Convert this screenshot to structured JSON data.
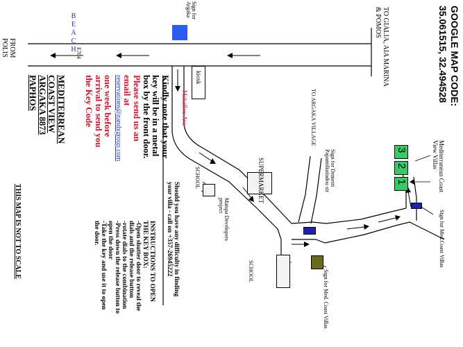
{
  "map_code": {
    "label": "GOOGLE MAP CODE:",
    "coords": "35.061515, 32.494528"
  },
  "roads": {
    "to_north": "TO GIALIA, AIA MARINA & POMOS",
    "from_south": "FROM POLIS",
    "road_number": "E704",
    "beach": [
      "B",
      "E",
      "A",
      "C",
      "H"
    ],
    "to_argaka_village": "TO ARGAKA VILLAGE",
    "makaflou_ave": "Makaflou Ave"
  },
  "signs": {
    "argaka": "Sign for Argaka",
    "demetri": "Sign for Demetri Papamiliatiadou str",
    "med_coast_1": "Sign for Med. Coast Villas",
    "med_coast_2": "Sign for Med.Coast Villas"
  },
  "places": {
    "kiosk": "kiosk",
    "supermarket": "SUPERMARKET",
    "school_1": "SCHOOL",
    "school_2": "SCHOOL",
    "developers": "Maispa Developers project",
    "villas_title": "Mediterranean Coast View Villas",
    "villa_numbers": [
      "3",
      "2",
      "1"
    ]
  },
  "note": {
    "line1": "Kindly note that your",
    "line2": "key will be in a metal",
    "line3": "box by the front door.",
    "line4": "Please send us an",
    "line5": "email at",
    "email": "reservations@zandxgroup.com",
    "line6": "one week before",
    "line7": "arrival to send you",
    "line8": "the Key Code"
  },
  "address": {
    "line1": "MEDITERREAN",
    "line2": "COAST VIEW",
    "line3": "ARGAKA 8873",
    "line4": "PAPHOS"
  },
  "difficulty": {
    "line1": "Should you have any difficulty  in finding",
    "line2": "your villa - call on +357-26945222"
  },
  "instructions": {
    "title1": "INSTRUCTIONS TO OPEN",
    "title2": "THE KEY BOX:",
    "steps": [
      "-Open shutter door to reveal the",
      "dials and the release button",
      "-rotate dials to the combination",
      "-Press down the release button to",
      "open the door",
      "-Take the key and use it to open",
      "the door."
    ]
  },
  "disclaimer": "THIS MAP IS NOT TO SCALE",
  "colors": {
    "sign_blue": "#2020b0",
    "argaka_sign": "#2b5cf0",
    "villa_green": "#33cc66",
    "med_sign_olive": "#6b6b1a",
    "text_red": "#e0102a"
  }
}
